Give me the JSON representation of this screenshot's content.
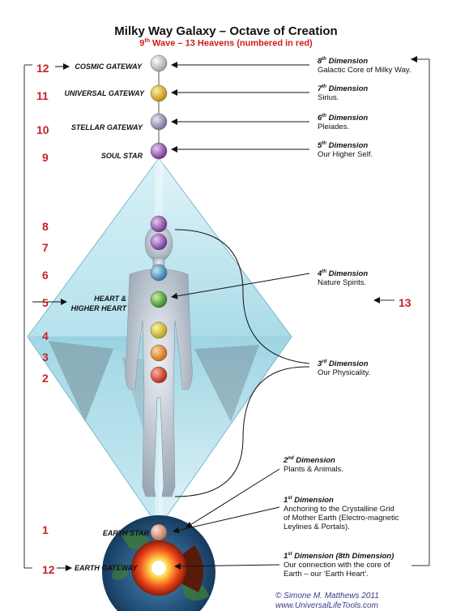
{
  "title": "Milky Way Galaxy – Octave of Creation",
  "subtitle": {
    "pre": "9",
    "sup": "th",
    "post": " Wave – 13 Heavens (numbered in red)"
  },
  "heaven_numbers": [
    {
      "id": "n12top",
      "label": "12"
    },
    {
      "id": "n11",
      "label": "11"
    },
    {
      "id": "n10",
      "label": "10"
    },
    {
      "id": "n9",
      "label": "9"
    },
    {
      "id": "n8",
      "label": "8"
    },
    {
      "id": "n7",
      "label": "7"
    },
    {
      "id": "n6",
      "label": "6"
    },
    {
      "id": "n5",
      "label": "5"
    },
    {
      "id": "n4",
      "label": "4"
    },
    {
      "id": "n3",
      "label": "3"
    },
    {
      "id": "n2",
      "label": "2"
    },
    {
      "id": "n1",
      "label": "1"
    },
    {
      "id": "n12bot",
      "label": "12"
    },
    {
      "id": "n13",
      "label": "13"
    }
  ],
  "gateways": [
    {
      "id": "cosmic",
      "label": "COSMIC GATEWAY"
    },
    {
      "id": "universal",
      "label": "UNIVERSAL GATEWAY"
    },
    {
      "id": "stellar",
      "label": "STELLAR GATEWAY"
    },
    {
      "id": "soulstar",
      "label": "SOUL STAR"
    },
    {
      "id": "heart1",
      "label": "HEART &"
    },
    {
      "id": "heart2",
      "label": "HIGHER HEART"
    },
    {
      "id": "earthstar",
      "label": "EARTH STAR"
    },
    {
      "id": "earthgate",
      "label": "EARTH GATEWAY"
    }
  ],
  "dimensions": [
    {
      "id": "d8",
      "num": "8",
      "sup": "th",
      "word": "Dimension",
      "desc": [
        "Galactic Core of Milky Way."
      ]
    },
    {
      "id": "d7",
      "num": "7",
      "sup": "th",
      "word": "Dimension",
      "desc": [
        "Sirius."
      ]
    },
    {
      "id": "d6",
      "num": "6",
      "sup": "th",
      "word": "Dimension",
      "desc": [
        "Pleiades."
      ]
    },
    {
      "id": "d5",
      "num": "5",
      "sup": "th",
      "word": "Dimension",
      "desc": [
        "Our Higher Self."
      ]
    },
    {
      "id": "d4",
      "num": "4",
      "sup": "th",
      "word": "Dimension",
      "desc": [
        "Nature Spirits."
      ]
    },
    {
      "id": "d3",
      "num": "3",
      "sup": "rd",
      "word": "Dimension",
      "desc": [
        "Our Physicality."
      ]
    },
    {
      "id": "d2",
      "num": "2",
      "sup": "nd",
      "word": "Dimension",
      "desc": [
        "Plants & Animals."
      ]
    },
    {
      "id": "d1",
      "num": "1",
      "sup": "st",
      "word": "Dimension",
      "desc": [
        "Anchoring to the Crystalline Grid",
        "of Mother Earth (Electro-magnetic",
        "Leylines & Portals)."
      ]
    },
    {
      "id": "d1b",
      "num": "1",
      "sup": "st",
      "word": "Dimension (8th Dimension)",
      "desc": [
        "Our connection with the core of",
        "Earth – our ‘Earth Heart’."
      ]
    }
  ],
  "copyright": {
    "line1": "© Simone M. Matthews 2011",
    "line2": "www.UniversalLifeTools.com"
  },
  "colors": {
    "heaven_number": "#c8202a",
    "crystal": "#9fd8e8",
    "earth_core": "#e83a1a"
  }
}
